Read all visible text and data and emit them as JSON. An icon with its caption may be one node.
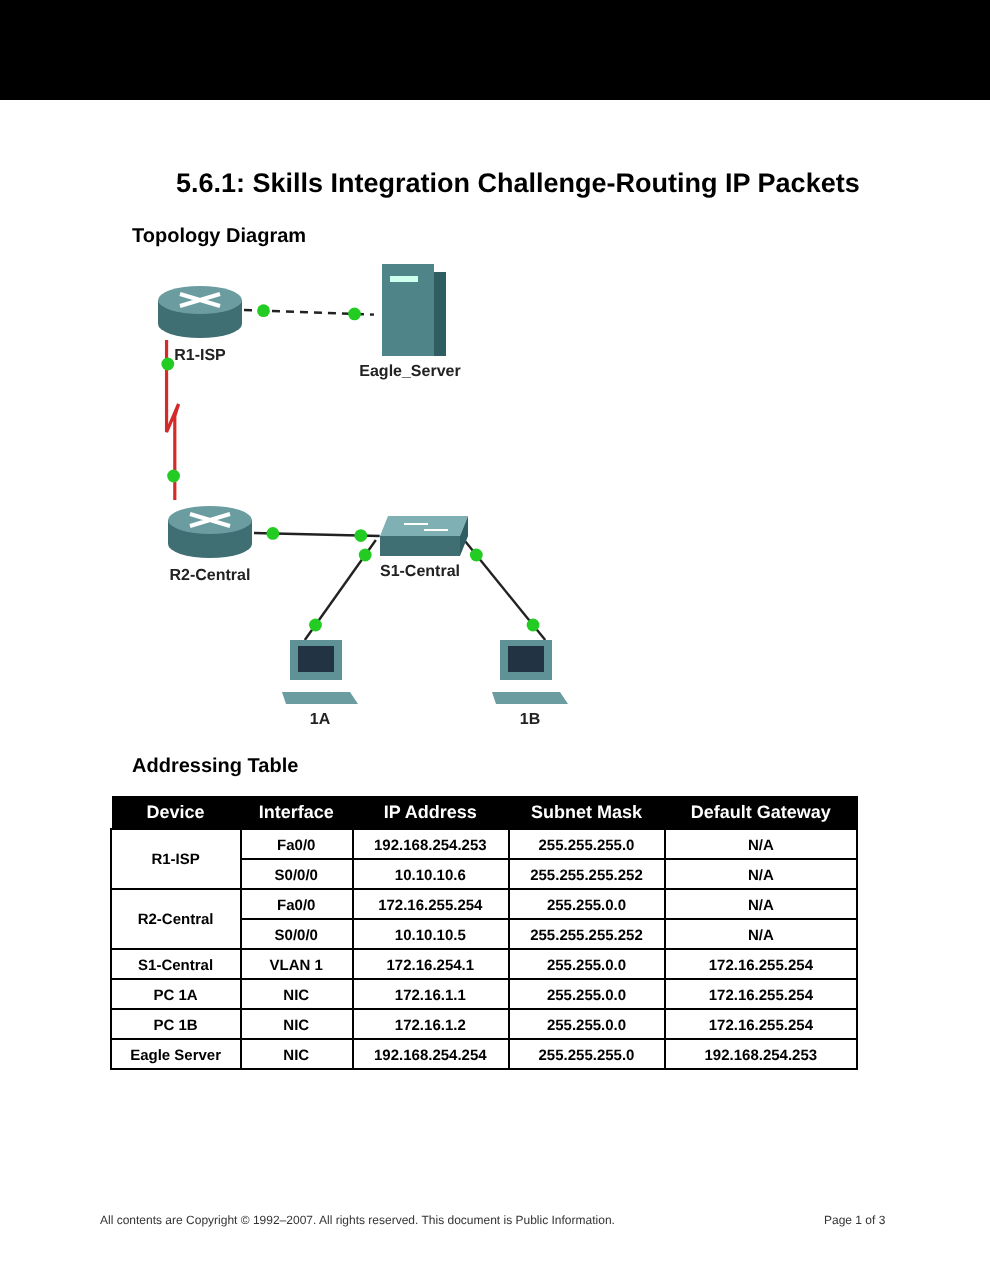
{
  "diagram": {
    "title": "5.6.1: Skills Integration Challenge-Routing IP Packets",
    "nodes": [
      {
        "text": [
          "R1-ISP"
        ]
      },
      {
        "text": [
          "Eagle_Server"
        ]
      },
      {
        "text": [
          "R2-Central"
        ]
      },
      {
        "text": [
          "S1-Central"
        ]
      },
      {
        "text": [
          "1A"
        ]
      },
      {
        "text": [
          "1B"
        ]
      }
    ],
    "edges": [
      {
        "from": 0,
        "to": 1,
        "arrow": "none",
        "style": "dashed"
      },
      {
        "from": 0,
        "to": 2,
        "arrow": "none",
        "color": "#d42a2a"
      },
      {
        "from": 2,
        "to": 3,
        "arrow": "none"
      },
      {
        "from": 3,
        "to": 4,
        "arrow": "none"
      },
      {
        "from": 3,
        "to": 5,
        "arrow": "none"
      }
    ],
    "labels": [
      "Topology Diagram",
      "Addressing Table",
      "Device",
      "Interface",
      "IP Address",
      "Subnet Mask",
      "Default Gateway",
      "R1-ISP",
      "Fa0/0",
      "192.168.254.253",
      "255.255.255.0",
      "N/A",
      "S0/0/0",
      "10.10.10.6",
      "255.255.255.252",
      "N/A",
      "R2-Central",
      "Fa0/0",
      "172.16.255.254",
      "255.255.0.0",
      "N/A",
      "S0/0/0",
      "10.10.10.5",
      "255.255.255.252",
      "N/A",
      "S1-Central",
      "VLAN 1",
      "172.16.254.1",
      "255.255.0.0",
      "172.16.255.254",
      "PC 1A",
      "NIC",
      "172.16.1.1",
      "255.255.0.0",
      "172.16.255.254",
      "PC 1B",
      "NIC",
      "172.16.1.2",
      "255.255.0.0",
      "172.16.255.254",
      "Eagle Server",
      "NIC",
      "192.168.254.254",
      "255.255.255.0",
      "192.168.254.253",
      "All contents are Copyright © 1992–2007. All rights reserved. This document is Public Information.",
      "Page 1 of 3"
    ]
  }
}
